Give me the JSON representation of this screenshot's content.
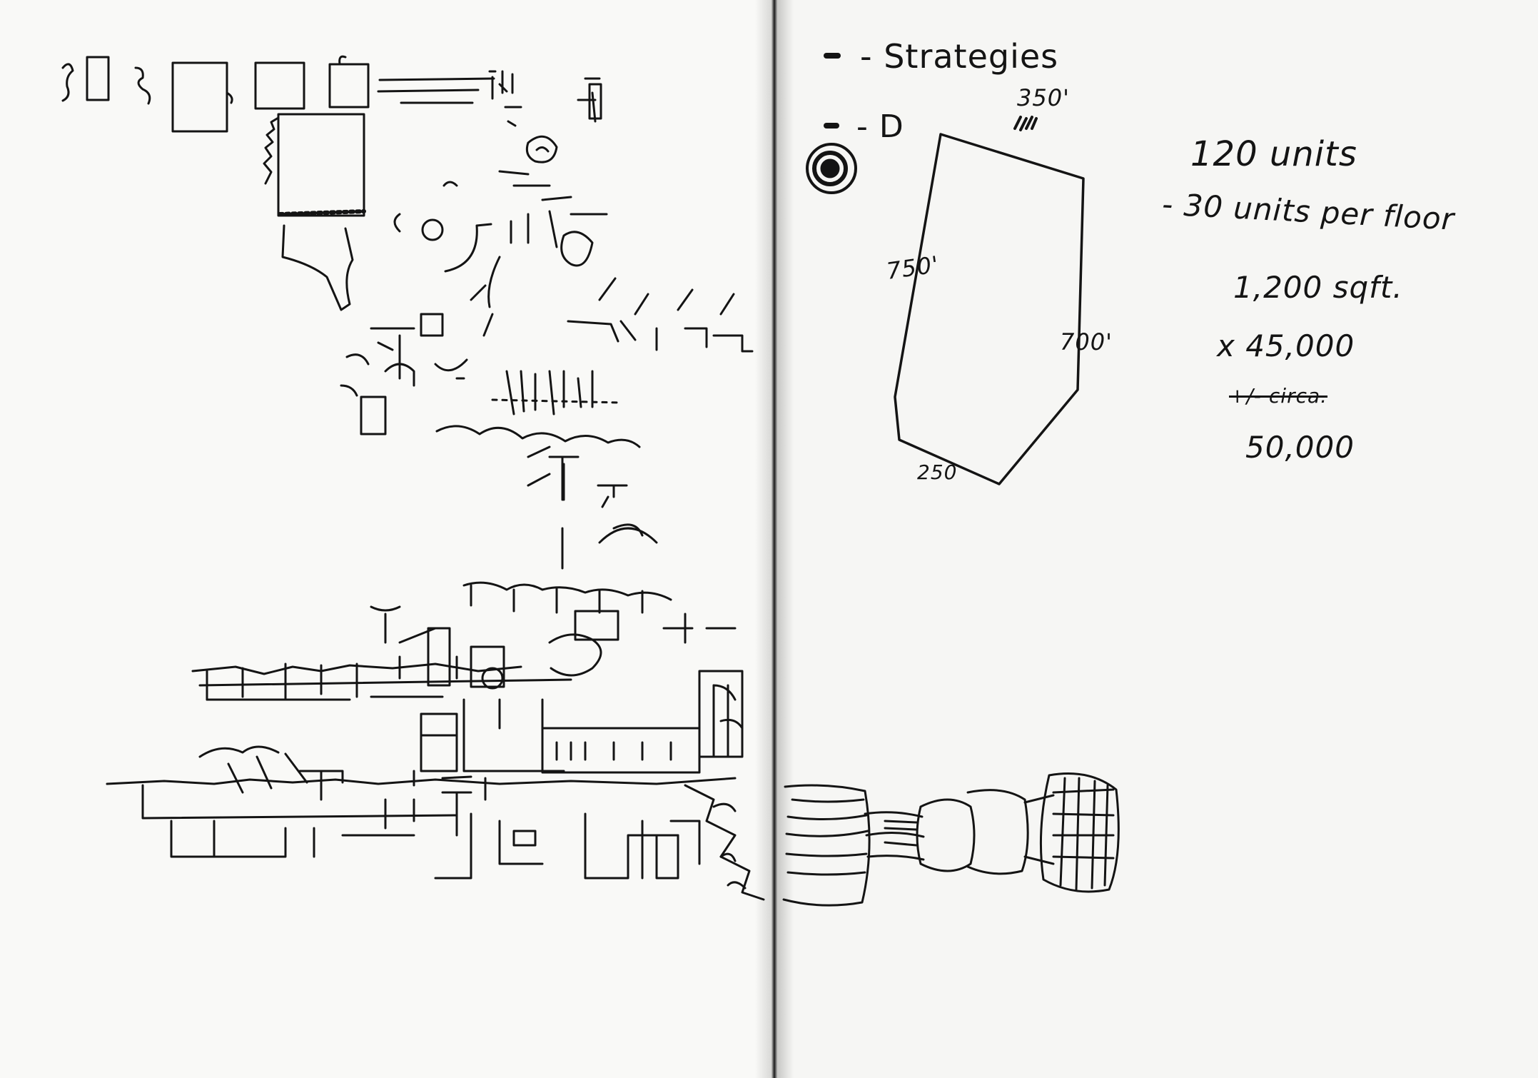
{
  "notebook": {
    "strategies_heading": "- Strategies",
    "bullet_label": "- D",
    "site_plan": {
      "dim_top": "350'",
      "dim_left": "750'",
      "dim_right": "700'",
      "dim_bottom": "250"
    },
    "notes": [
      "120 units",
      "- 30 units per floor",
      "1,200 sqft.",
      "x 45,000",
      "+/- circa.",
      "50,000"
    ]
  },
  "colors": {
    "ink": "#141414",
    "paper": "#f9f9f7"
  }
}
